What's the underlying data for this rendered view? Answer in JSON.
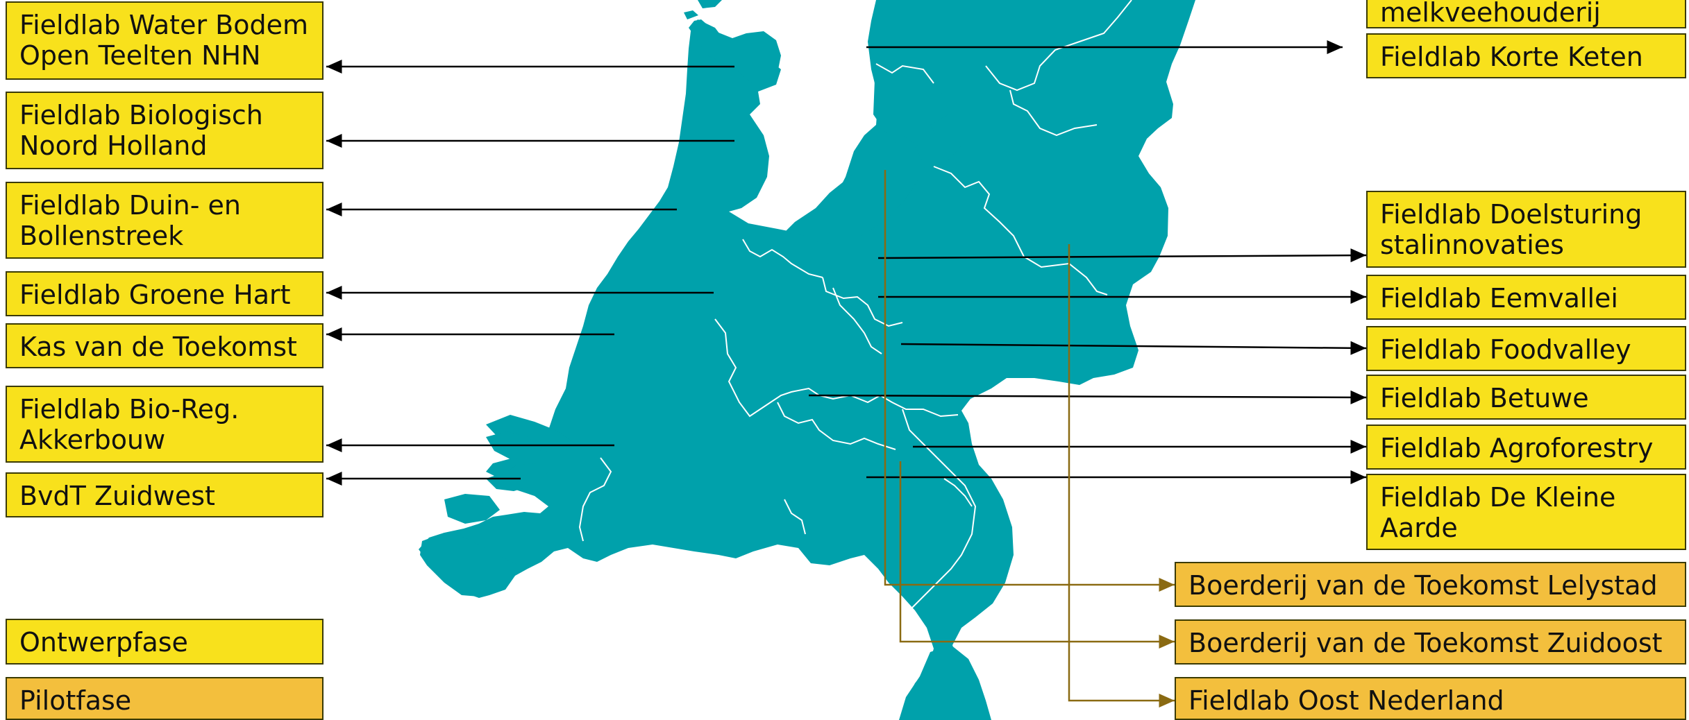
{
  "colors": {
    "land": "#00a1ab",
    "border": "#ffffff",
    "yellow": "#f8e11c",
    "orange": "#f3bf3d",
    "black_line": "#000000",
    "brown_line": "#8a6a12"
  },
  "left_labels": [
    "Fieldlab Water Bodem Open Teelten NHN",
    "Fieldlab Biologisch Noord Holland",
    "Fieldlab Duin- en Bollenstreek",
    "Fieldlab Groene Hart",
    "Kas van de Toekomst",
    "Fieldlab Bio-Reg. Akkerbouw",
    "BvdT Zuidwest"
  ],
  "right_labels": [
    "melkveehouderij",
    "Fieldlab Korte Keten",
    "Fieldlab Doelsturing stalinnovaties",
    "Fieldlab Eemvallei",
    "Fieldlab Foodvalley",
    "Fieldlab Betuwe",
    "Fieldlab Agroforestry",
    "Fieldlab De Kleine Aarde"
  ],
  "pilot_labels": [
    "Boerderij van de Toekomst Lelystad",
    "Boerderij van de Toekomst Zuidoost",
    "Fieldlab Oost Nederland"
  ],
  "legend": {
    "design_phase": "Ontwerpfase",
    "pilot_phase": "Pilotfase"
  }
}
